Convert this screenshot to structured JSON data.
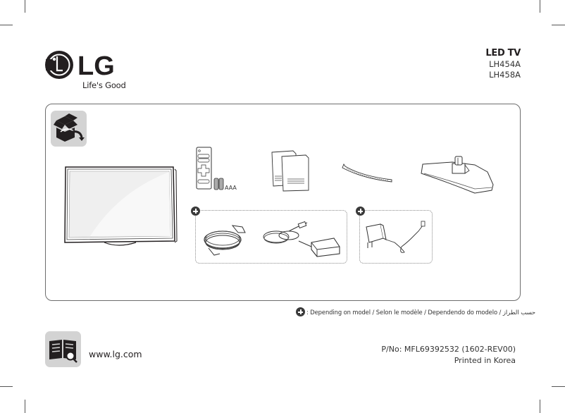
{
  "brand": {
    "name": "LG",
    "tagline": "Life's Good"
  },
  "product": {
    "type": "LED TV",
    "models": [
      "LH454A",
      "LH458A"
    ]
  },
  "components": {
    "remote_battery_label": "AAA",
    "items": [
      "tv",
      "remote-control",
      "batteries",
      "manuals",
      "stand-cover",
      "stand-base",
      "power-cord",
      "ac-dc-adapter",
      "wall-adapter"
    ]
  },
  "footnote": {
    "text": ": Depending on model / Selon le modèle / Dependendo do modelo / حسب الطراز"
  },
  "footer": {
    "website": "www.lg.com",
    "part_number": "P/No: MFL69392532 (1602-REV00)",
    "printed": "Printed in Korea"
  },
  "colors": {
    "text": "#231f20",
    "icon_bg": "#d3d3d3",
    "border": "#6d6d6d"
  }
}
